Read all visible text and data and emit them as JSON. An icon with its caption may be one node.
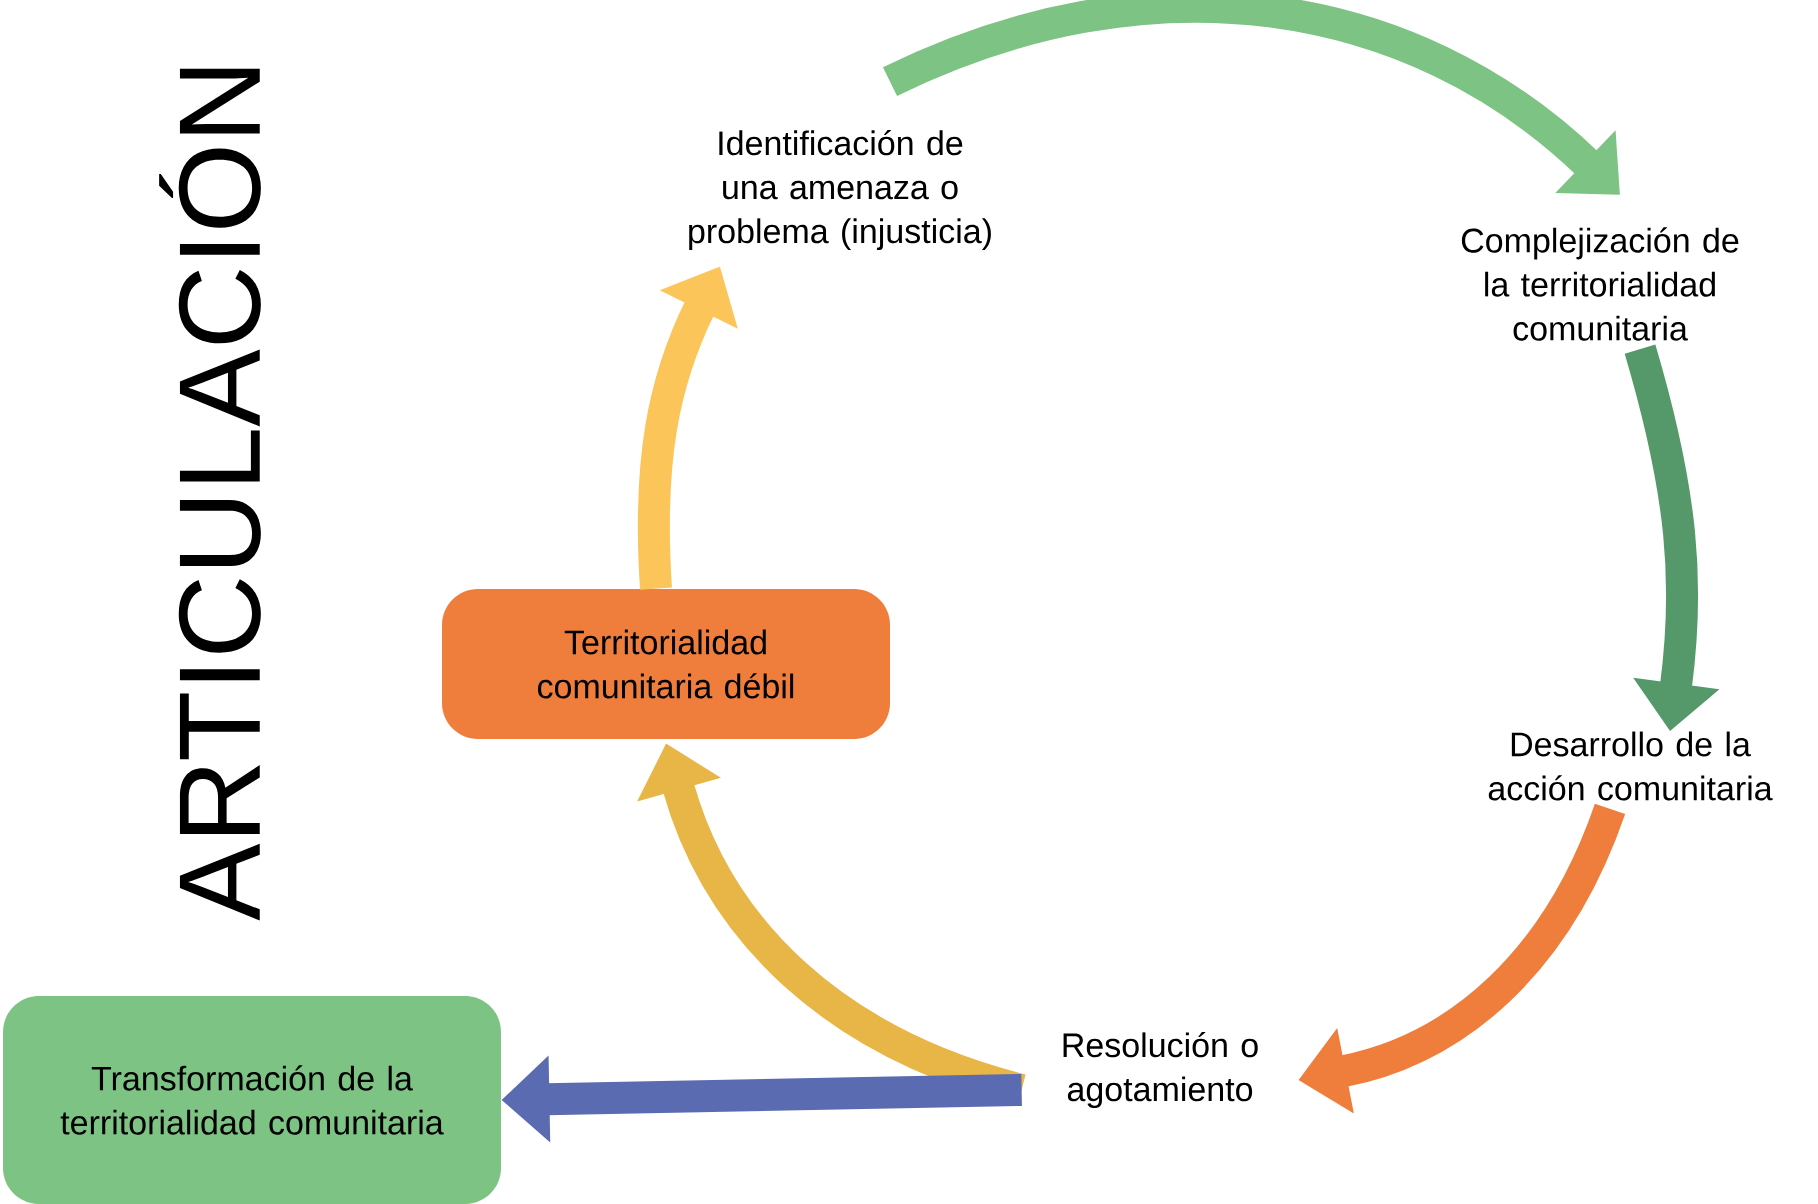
{
  "diagram": {
    "nodes": [
      {
        "text": [
          "Identificación de una amenaza o problema (injusticia)"
        ]
      },
      {
        "text": [
          "Complejización de la territorialidad comunitaria"
        ]
      },
      {
        "text": [
          "Desarrollo de la acción comunitaria"
        ]
      },
      {
        "text": [
          "Resolución o agotamiento"
        ]
      },
      {
        "text": [
          "Territorialidad comunitaria débil"
        ]
      },
      {
        "text": [
          "Transformación de la territorialidad comunitaria"
        ]
      }
    ],
    "edges": [
      {
        "from": 0,
        "to": 1,
        "arrow": "to",
        "color": "#7dc383"
      },
      {
        "from": 1,
        "to": 2,
        "arrow": "to",
        "color": "#55996a"
      },
      {
        "from": 2,
        "to": 3,
        "arrow": "to",
        "color": "#ef7d3c"
      },
      {
        "from": 3,
        "to": 4,
        "arrow": "to",
        "color": "#e8b547"
      },
      {
        "from": 4,
        "to": 0,
        "arrow": "to",
        "color": "#fcc55a"
      },
      {
        "from": 3,
        "to": 5,
        "arrow": "to",
        "color": "#5a6bb2"
      }
    ],
    "labels": [
      "ARTICULACIÓN"
    ]
  }
}
